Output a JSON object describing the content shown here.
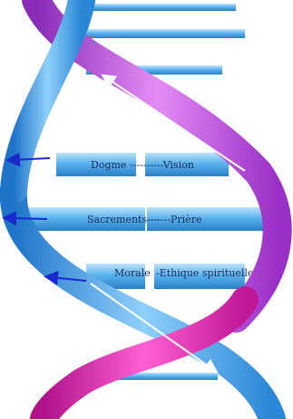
{
  "rungs": [
    {
      "left": "Dogme -----",
      "right": "-----Vision"
    },
    {
      "left": "Sacrements----",
      "right": "-------Prière"
    },
    {
      "left": "Morale",
      "right": "-Ethique spirituelle"
    }
  ],
  "colors": {
    "blue_strand": "#3aa0e8",
    "pink_strand": "#c23fd6",
    "rung": "#5ab3ee",
    "arrow": "#1a2acc",
    "flow_arrow": "#ffffff",
    "label": "#1a2a5a"
  },
  "icons": {
    "side_arrows": "arrow-left-icon",
    "flow_arrows": "flow-arrow-icon"
  }
}
